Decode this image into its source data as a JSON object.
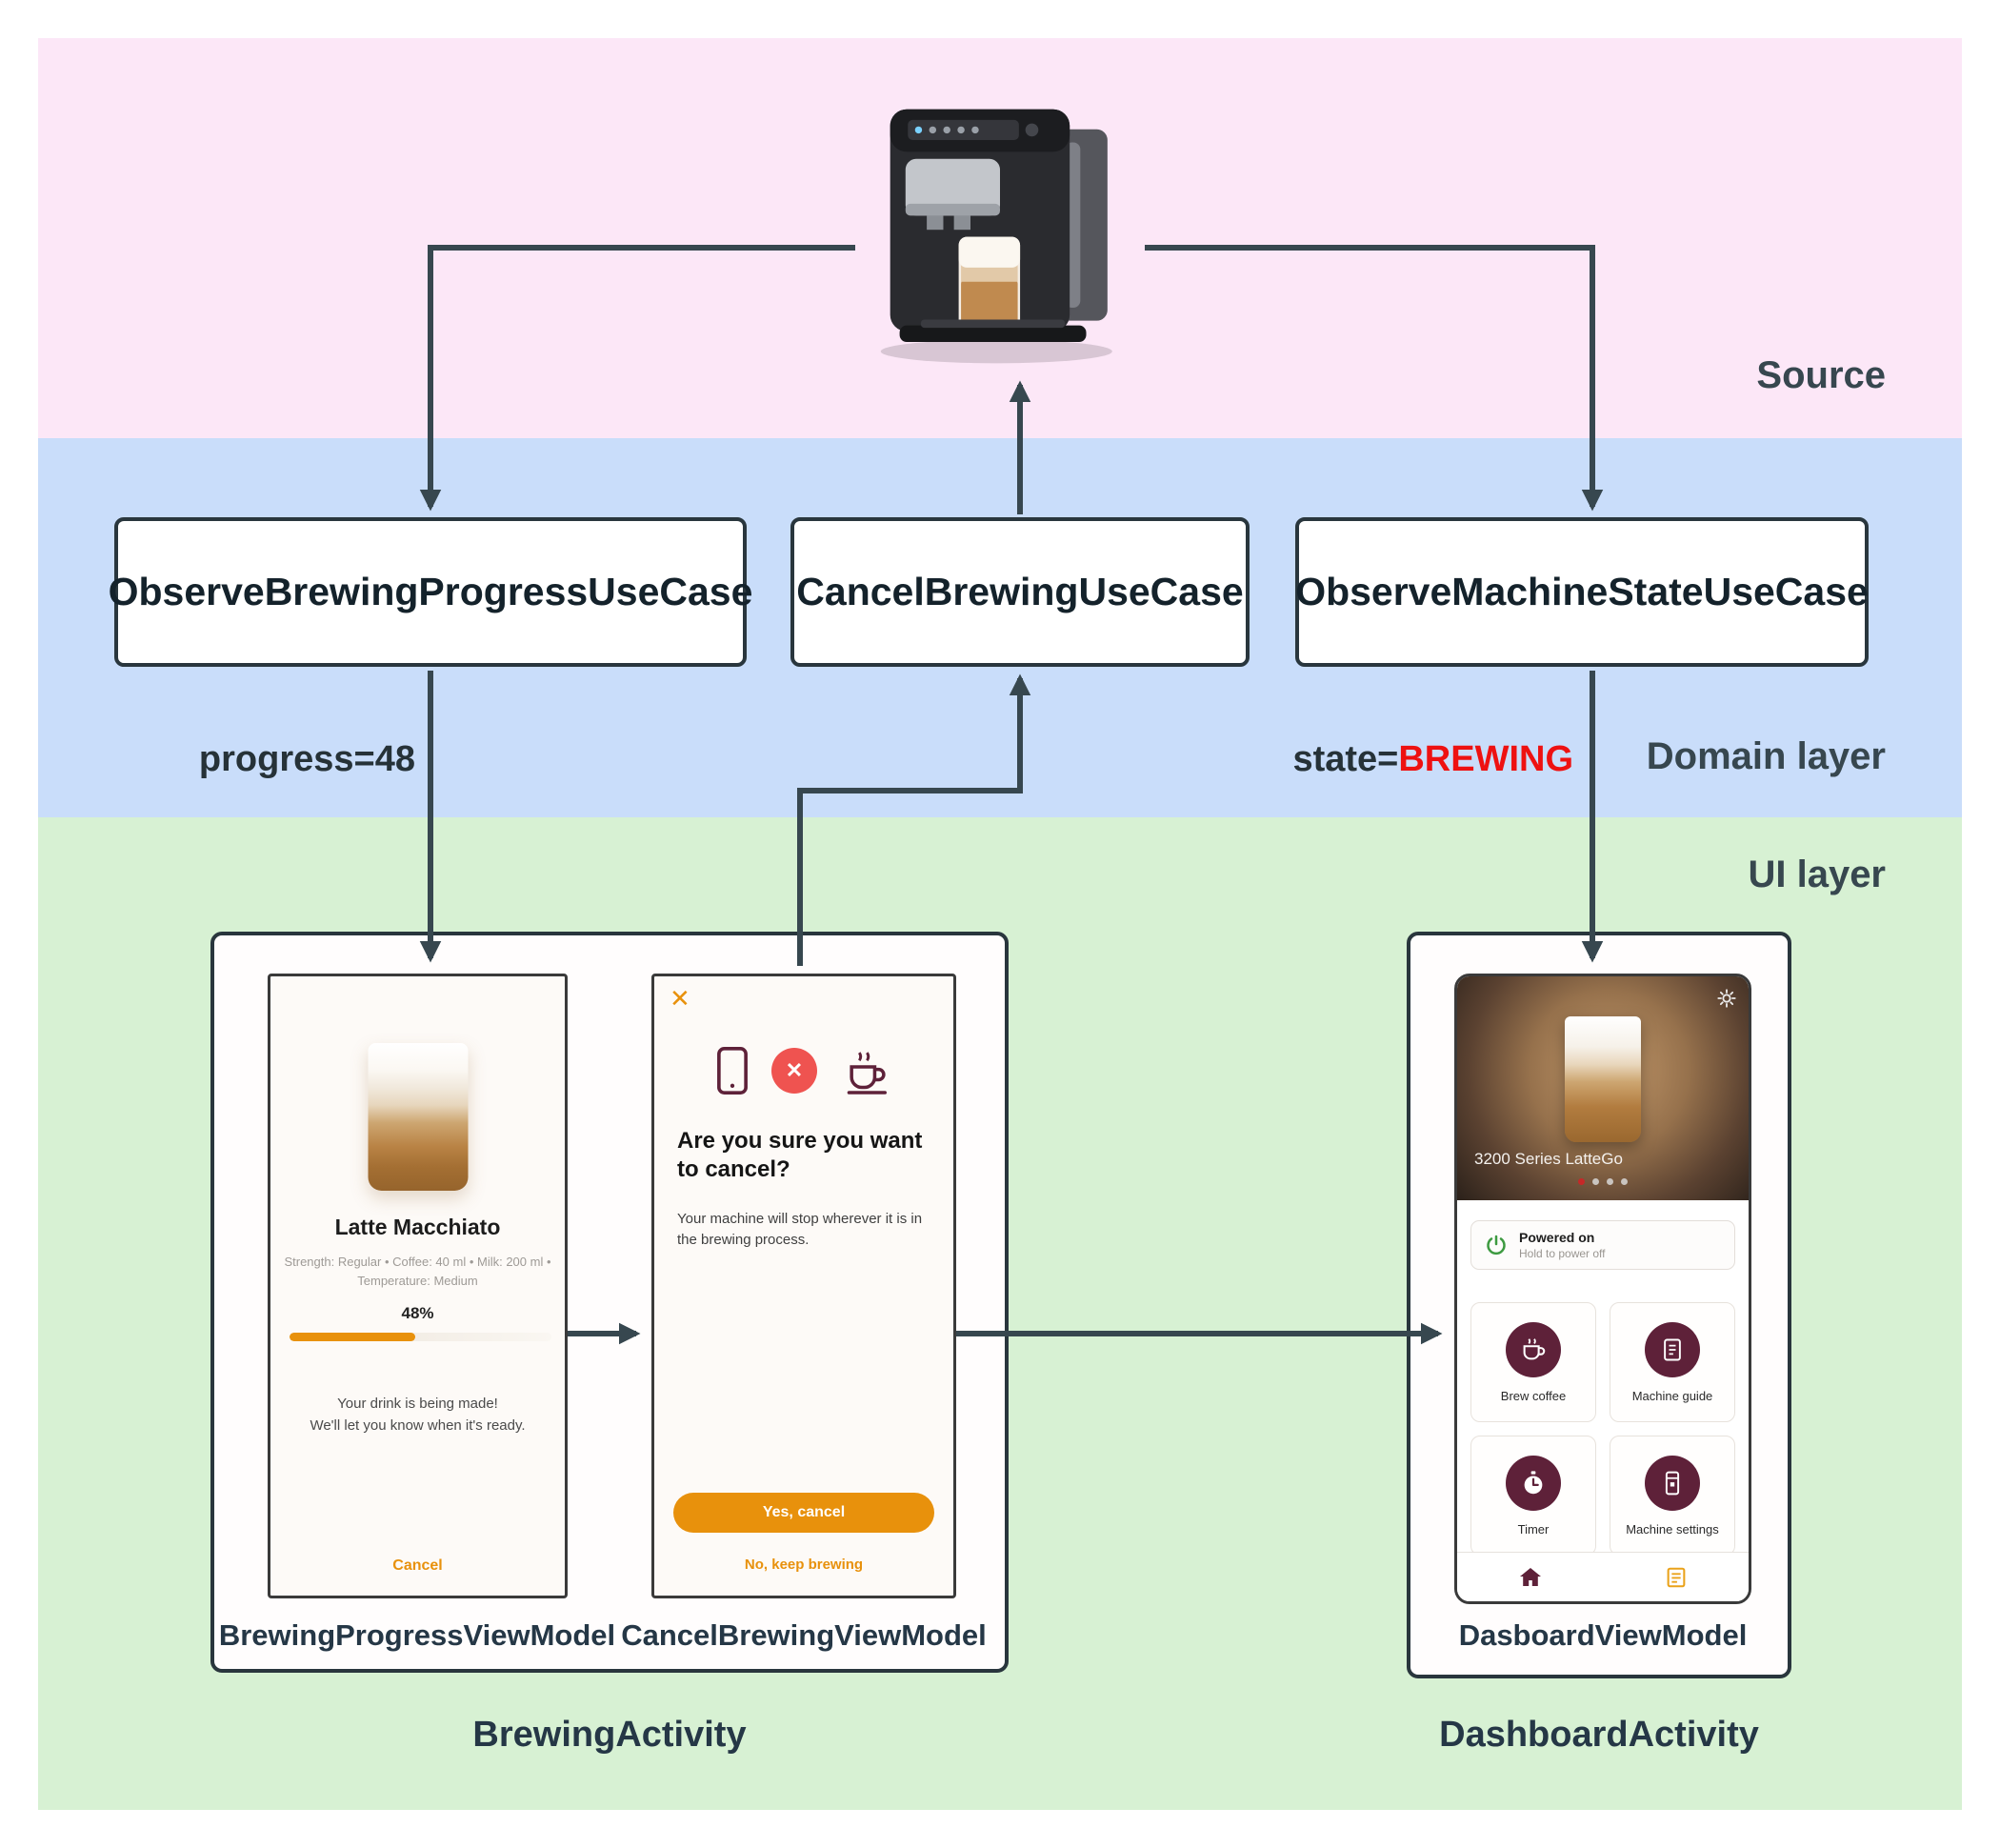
{
  "bands": {
    "source_label": "Source",
    "domain_label": "Domain layer",
    "ui_label": "UI layer"
  },
  "usecases": {
    "observe_progress": "ObserveBrewingProgressUseCase",
    "cancel_brewing": "CancelBrewingUseCase",
    "observe_state": "ObserveMachineStateUseCase"
  },
  "annotations": {
    "progress": "progress=48",
    "state_prefix": "state=",
    "state_value": "BREWING"
  },
  "icons": {
    "close": "✕",
    "cancel_x": "✕"
  },
  "brewing_activity": {
    "label": "BrewingActivity",
    "progress_vm": {
      "label": "BrewingProgressViewModel",
      "drink_name": "Latte Macchiato",
      "specs_line1": "Strength: Regular • Coffee: 40 ml • Milk: 200 ml •",
      "specs_line2": "Temperature: Medium",
      "percent": "48%",
      "progress_value": 48,
      "status_line1": "Your drink is being made!",
      "status_line2": "We'll let you know when it's ready.",
      "cancel_label": "Cancel"
    },
    "cancel_vm": {
      "label": "CancelBrewingViewModel",
      "title": "Are you sure you want to cancel?",
      "body": "Your machine will stop wherever it is in the brewing process.",
      "confirm_label": "Yes, cancel",
      "deny_label": "No, keep brewing"
    }
  },
  "dashboard_activity": {
    "label": "DashboardActivity",
    "vm_label": "DasboardViewModel",
    "hero_title": "3200 Series LatteGo",
    "power_title": "Powered on",
    "power_subtitle": "Hold to power off",
    "tiles": [
      {
        "label": "Brew coffee",
        "icon": "coffee-cup-icon"
      },
      {
        "label": "Machine guide",
        "icon": "machine-guide-icon"
      },
      {
        "label": "Timer",
        "icon": "timer-icon"
      },
      {
        "label": "Machine settings",
        "icon": "machine-settings-icon"
      }
    ]
  },
  "colors": {
    "source_band": "#fce7f7",
    "domain_band": "#c9ddfa",
    "ui_band": "#d7f1d3",
    "arrow": "#37474f",
    "accent_orange": "#e8910c",
    "maroon": "#5e2139",
    "state_red": "#ee1111"
  }
}
